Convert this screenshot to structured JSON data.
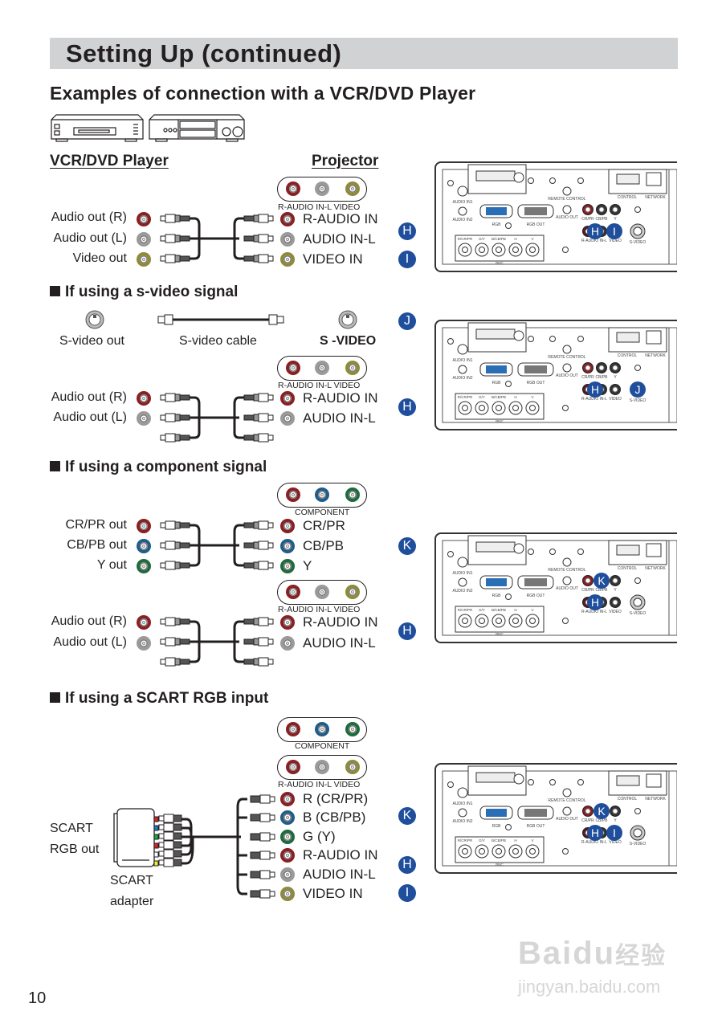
{
  "page": {
    "title": "Setting Up (continued)",
    "subtitle": "Examples of connection with a VCR/DVD Player",
    "page_number": "10",
    "watermark": {
      "brand": "Baidu",
      "brand_suffix": "经验",
      "url": "jingyan.baidu.com"
    }
  },
  "columns": {
    "left": "VCR/DVD Player",
    "right": "Projector"
  },
  "badge_color": "#1f4e9c",
  "jack_colors": {
    "red": "#8a1f24",
    "gray": "#9a9a9a",
    "yellow": "#8e8a3a",
    "blue": "#1f5d8b",
    "green": "#1e6b3c"
  },
  "panel_labels": {
    "audio_in1": "AUDIO IN1",
    "audio_in2": "AUDIO IN2",
    "rgb": "RGB",
    "rgb_out": "RGB OUT",
    "remote_control": "REMOTE CONTROL",
    "audio_out": "AUDIO OUT",
    "control": "CONTROL",
    "network": "NETWORK",
    "cr_pr": "CR/PR",
    "cb_pb": "CB/PB",
    "y": "Y",
    "r_audio_in_l": "R-AUDIO IN-L",
    "video": "VIDEO",
    "s_video": "S-VIDEO",
    "bnc_r": "R/CR/PR",
    "bnc_g": "G/Y",
    "bnc_b": "B/CB/PB",
    "bnc_h": "H",
    "bnc_v": "V",
    "bnc": "BNC"
  },
  "sections": {
    "composite": {
      "jack_group_label": "R-AUDIO IN-L VIDEO",
      "sources": [
        "Audio out (R)",
        "Audio out (L)",
        "Video out"
      ],
      "targets": [
        "R-AUDIO IN",
        "AUDIO IN-L",
        "VIDEO IN"
      ],
      "badges": [
        "H",
        "I"
      ],
      "panel_badges": [
        "H",
        "I"
      ]
    },
    "svideo": {
      "heading": "If using a s-video signal",
      "source": "S-video out",
      "cable": "S-video cable",
      "target": "S -VIDEO",
      "jack_group_label": "R-AUDIO IN-L VIDEO",
      "sources": [
        "Audio out (R)",
        "Audio out (L)"
      ],
      "targets": [
        "R-AUDIO IN",
        "AUDIO IN-L"
      ],
      "badges": [
        "J",
        "H"
      ],
      "panel_badges": [
        "H",
        "J"
      ]
    },
    "component": {
      "heading": "If using a component signal",
      "component_label": "COMPONENT",
      "sources": [
        "CR/PR out",
        "CB/PB out",
        "Y out"
      ],
      "targets": [
        "CR/PR",
        "CB/PB",
        "Y"
      ],
      "audio_group_label": "R-AUDIO IN-L VIDEO",
      "audio_sources": [
        "Audio out (R)",
        "Audio out (L)"
      ],
      "audio_targets": [
        "R-AUDIO IN",
        "AUDIO IN-L"
      ],
      "badges": [
        "K",
        "H"
      ],
      "panel_badges": [
        "K",
        "H"
      ]
    },
    "scart": {
      "heading": "If using a SCART RGB input",
      "component_label": "COMPONENT",
      "audio_group_label": "R-AUDIO IN-L VIDEO",
      "source_line1": "SCART",
      "source_line2": "RGB out",
      "adapter_line1": "SCART",
      "adapter_line2": "adapter",
      "targets": [
        "R (CR/PR)",
        "B (CB/PB)",
        "G (Y)",
        "R-AUDIO IN",
        "AUDIO IN-L",
        "VIDEO IN"
      ],
      "badges": [
        "K",
        "H",
        "I"
      ],
      "panel_badges": [
        "K",
        "H",
        "I"
      ]
    }
  }
}
